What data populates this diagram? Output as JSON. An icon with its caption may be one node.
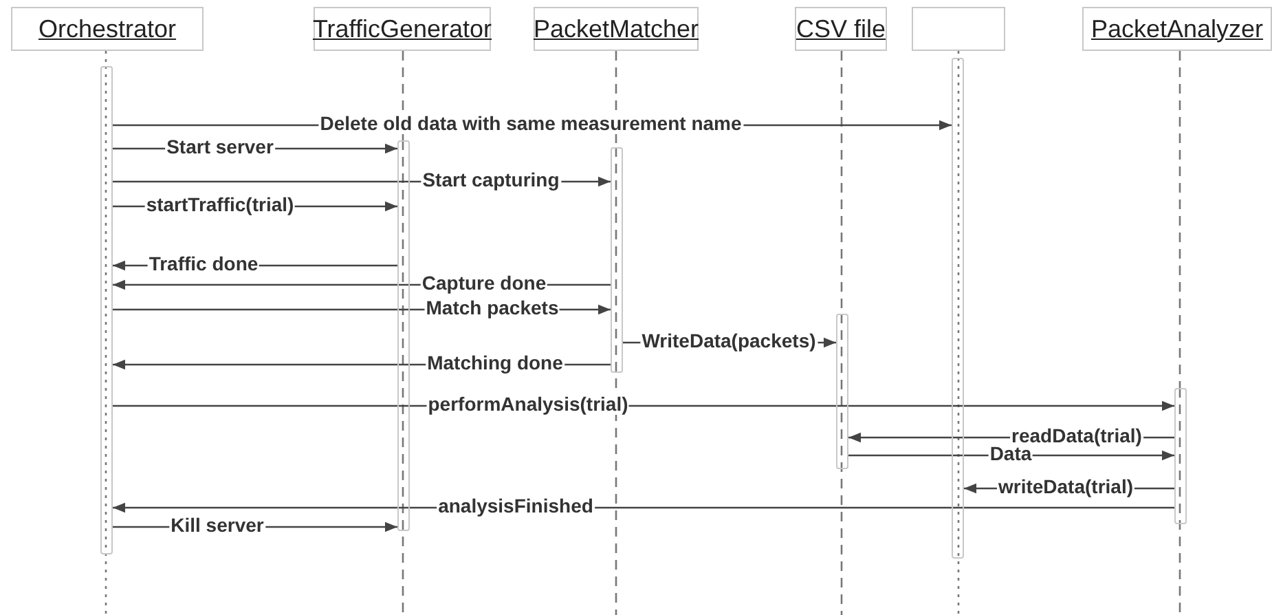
{
  "diagram": {
    "nodes": [
      {
        "text": [
          "Orchestrator"
        ]
      },
      {
        "text": [
          "TrafficGenerator"
        ]
      },
      {
        "text": [
          "PacketMatcher"
        ]
      },
      {
        "text": [
          "CSV file"
        ]
      },
      {
        "text": [],
        "shape": "box"
      },
      {
        "text": [
          "PacketAnalyzer"
        ]
      },
      {
        "text": [],
        "shape": "bar"
      },
      {
        "text": [],
        "shape": "bar"
      },
      {
        "text": [],
        "shape": "bar"
      },
      {
        "text": [],
        "shape": "bar"
      },
      {
        "text": [],
        "shape": "bar"
      },
      {
        "text": [],
        "shape": "bar"
      }
    ],
    "edges": [
      {
        "from": 0,
        "to": 6,
        "arrow": "none",
        "style": "dashed"
      },
      {
        "from": 1,
        "to": 7,
        "arrow": "none",
        "style": "dashed"
      },
      {
        "from": 2,
        "to": 8,
        "arrow": "none",
        "style": "dashed"
      },
      {
        "from": 3,
        "to": 9,
        "arrow": "none",
        "style": "dashed"
      },
      {
        "from": 4,
        "to": 10,
        "arrow": "none",
        "style": "dashed"
      },
      {
        "from": 5,
        "to": 11,
        "arrow": "none",
        "style": "dashed"
      },
      {
        "from": 6,
        "to": 10,
        "arrow": "to",
        "label": "Delete old data with same measurement name"
      },
      {
        "from": 6,
        "to": 7,
        "arrow": "to",
        "label": "Start server"
      },
      {
        "from": 6,
        "to": 8,
        "arrow": "to",
        "label": "Start capturing"
      },
      {
        "from": 6,
        "to": 7,
        "arrow": "to",
        "label": "startTraffic(trial)"
      },
      {
        "from": 7,
        "to": 6,
        "arrow": "to",
        "label": "Traffic done"
      },
      {
        "from": 8,
        "to": 6,
        "arrow": "to",
        "label": "Capture done"
      },
      {
        "from": 6,
        "to": 8,
        "arrow": "to",
        "label": "Match packets"
      },
      {
        "from": 8,
        "to": 9,
        "arrow": "to",
        "label": "WriteData(packets)"
      },
      {
        "from": 8,
        "to": 6,
        "arrow": "to",
        "label": "Matching done"
      },
      {
        "from": 6,
        "to": 11,
        "arrow": "to",
        "label": "performAnalysis(trial)"
      },
      {
        "from": 11,
        "to": 9,
        "arrow": "to",
        "label": "readData(trial)"
      },
      {
        "from": 9,
        "to": 11,
        "arrow": "to",
        "label": "Data"
      },
      {
        "from": 11,
        "to": 10,
        "arrow": "to",
        "label": "writeData(trial)"
      },
      {
        "from": 11,
        "to": 6,
        "arrow": "to",
        "label": "analysisFinished"
      },
      {
        "from": 6,
        "to": 7,
        "arrow": "to",
        "label": "Kill server"
      }
    ]
  }
}
